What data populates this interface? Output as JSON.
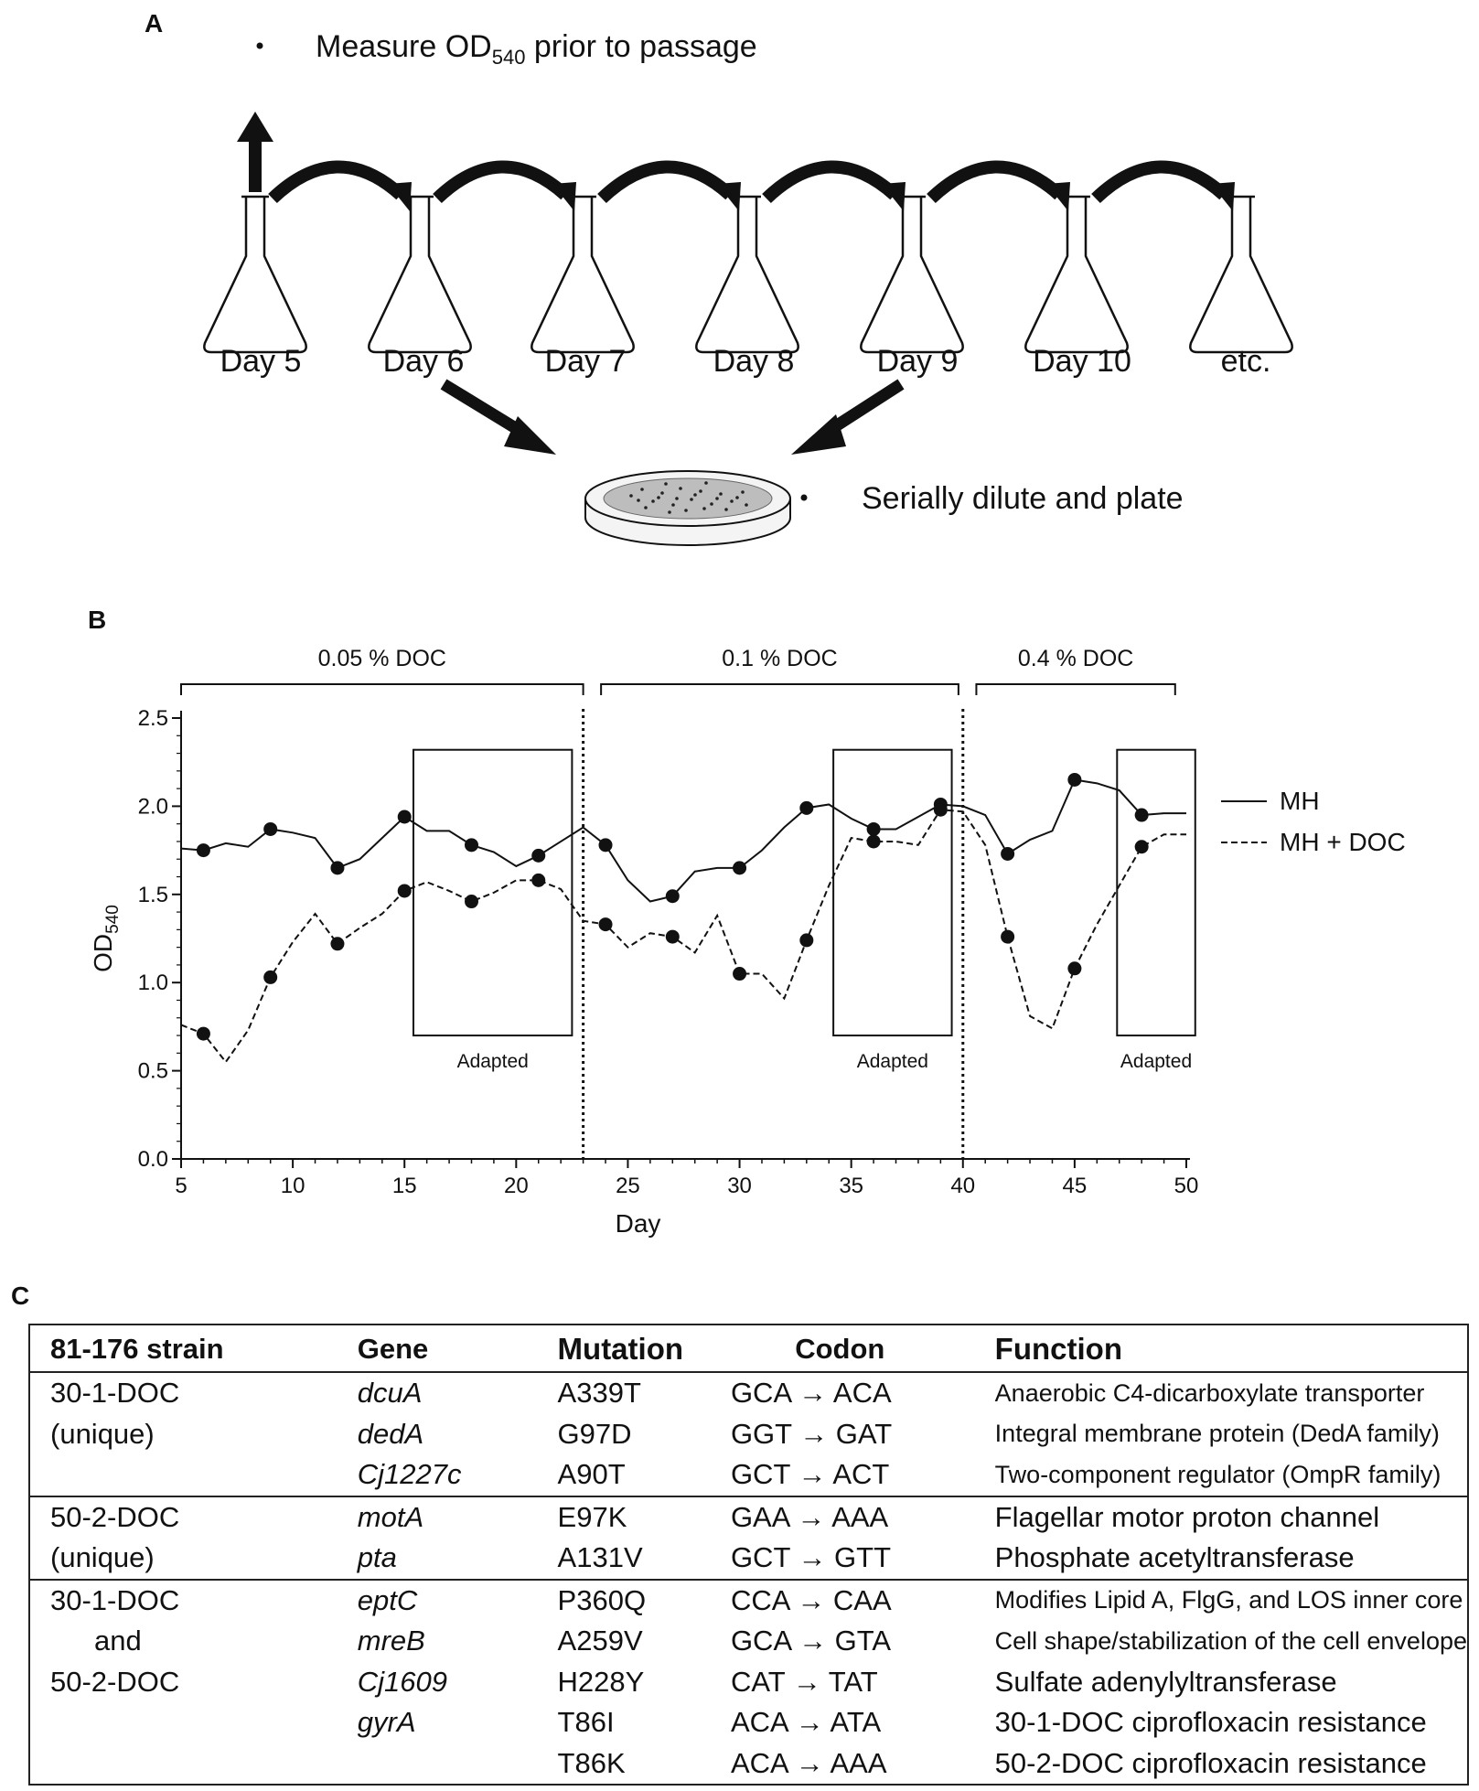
{
  "panel_a": {
    "letter": "A",
    "measure_prefix": "Measure OD",
    "measure_sub": "540",
    "measure_suffix": " prior to passage",
    "days": [
      "Day 5",
      "Day 6",
      "Day 7",
      "Day 8",
      "Day 9",
      "Day 10",
      "etc."
    ],
    "plate_label": "Serially dilute and plate"
  },
  "panel_b": {
    "letter": "B"
  },
  "chart_data": {
    "type": "line",
    "xlabel": "Day",
    "ylabel": "OD",
    "ylabel_sub": "540",
    "xlim": [
      5,
      50
    ],
    "ylim": [
      0.0,
      2.5
    ],
    "xticks": [
      5,
      10,
      15,
      20,
      25,
      30,
      35,
      40,
      45,
      50
    ],
    "yticks": [
      "0.0",
      "0.5",
      "1.0",
      "1.5",
      "2.0",
      "2.5"
    ],
    "phases": [
      {
        "label": "0.05 % DOC",
        "x_start": 5,
        "x_end": 23
      },
      {
        "label": "0.1 % DOC",
        "x_start": 23.8,
        "x_end": 39.8
      },
      {
        "label": "0.4 % DOC",
        "x_start": 40.6,
        "x_end": 49.5
      }
    ],
    "vlines": [
      23,
      40
    ],
    "adapted_label": "Adapted",
    "adapted_regions": [
      {
        "x_start": 15.4,
        "x_end": 22.5,
        "y_bottom": 0.7,
        "y_top": 2.32
      },
      {
        "x_start": 34.2,
        "x_end": 39.5,
        "y_bottom": 0.7,
        "y_top": 2.32
      },
      {
        "x_start": 46.9,
        "x_end": 50.4,
        "y_bottom": 0.7,
        "y_top": 2.32
      }
    ],
    "legend_position": "right",
    "series": [
      {
        "name": "MH",
        "style": "solid",
        "x": [
          5,
          6,
          7,
          8,
          9,
          10,
          11,
          12,
          13,
          14,
          15,
          16,
          17,
          18,
          19,
          20,
          21,
          22,
          23,
          24,
          25,
          26,
          27,
          28,
          29,
          30,
          31,
          32,
          33,
          34,
          35,
          36,
          37,
          38,
          39,
          40,
          41,
          42,
          43,
          44,
          45,
          46,
          47,
          48,
          49,
          50
        ],
        "y": [
          1.76,
          1.75,
          1.79,
          1.77,
          1.87,
          1.85,
          1.82,
          1.65,
          1.7,
          1.82,
          1.94,
          1.86,
          1.86,
          1.78,
          1.74,
          1.66,
          1.72,
          1.8,
          1.88,
          1.78,
          1.58,
          1.46,
          1.49,
          1.63,
          1.65,
          1.65,
          1.75,
          1.88,
          1.99,
          2.01,
          1.93,
          1.87,
          1.87,
          1.94,
          2.01,
          2.0,
          1.95,
          1.73,
          1.81,
          1.86,
          2.15,
          2.13,
          2.09,
          1.95,
          1.96,
          1.96
        ],
        "markers_x": [
          6,
          9,
          12,
          15,
          18,
          21,
          24,
          27,
          30,
          33,
          36,
          39,
          42,
          45,
          48
        ]
      },
      {
        "name": "MH + DOC",
        "style": "dashed",
        "x": [
          5,
          6,
          7,
          8,
          9,
          10,
          11,
          12,
          13,
          14,
          15,
          16,
          17,
          18,
          19,
          20,
          21,
          22,
          23,
          24,
          25,
          26,
          27,
          28,
          29,
          30,
          31,
          32,
          33,
          34,
          35,
          36,
          37,
          38,
          39,
          40,
          41,
          42,
          43,
          44,
          45,
          46,
          47,
          48,
          49,
          50
        ],
        "y": [
          0.76,
          0.71,
          0.55,
          0.73,
          1.03,
          1.23,
          1.39,
          1.22,
          1.31,
          1.39,
          1.52,
          1.57,
          1.52,
          1.46,
          1.51,
          1.58,
          1.58,
          1.53,
          1.35,
          1.33,
          1.2,
          1.28,
          1.26,
          1.17,
          1.38,
          1.05,
          1.05,
          0.91,
          1.24,
          1.55,
          1.82,
          1.8,
          1.8,
          1.78,
          1.98,
          1.97,
          1.78,
          1.26,
          0.81,
          0.74,
          1.08,
          1.33,
          1.55,
          1.77,
          1.84,
          1.84
        ],
        "markers_x": [
          6,
          9,
          12,
          15,
          18,
          21,
          24,
          27,
          30,
          33,
          36,
          39,
          42,
          45,
          48
        ]
      }
    ]
  },
  "panel_c": {
    "letter": "C",
    "headers": [
      "81-176 strain",
      "Gene",
      "Mutation",
      "Codon",
      "Function"
    ],
    "rows": [
      {
        "strain": "30-1-DOC",
        "gene": "dcuA",
        "mutation": "A339T",
        "codon": "GCA → ACA",
        "function": "Anaerobic C4-dicarboxylate transporter"
      },
      {
        "strain": "(unique)",
        "gene": "dedA",
        "mutation": "G97D",
        "codon": "GGT → GAT",
        "function": "Integral membrane protein (DedA family)"
      },
      {
        "strain": "",
        "gene": "Cj1227c",
        "mutation": "A90T",
        "codon": "GCT → ACT",
        "function": "Two-component regulator (OmpR family)"
      },
      {
        "strain": "50-2-DOC",
        "gene": "motA",
        "mutation": "E97K",
        "codon": "GAA → AAA",
        "function": "Flagellar motor proton channel"
      },
      {
        "strain": "(unique)",
        "gene": "pta",
        "mutation": "A131V",
        "codon": "GCT → GTT",
        "function": "Phosphate acetyltransferase"
      },
      {
        "strain": "30-1-DOC",
        "gene": "eptC",
        "mutation": "P360Q",
        "codon": "CCA → CAA",
        "function": "Modifies Lipid A, FlgG, and LOS inner core"
      },
      {
        "strain": "and",
        "gene": "mreB",
        "mutation": "A259V",
        "codon": "GCA → GTA",
        "function": "Cell shape/stabilization of the cell envelope"
      },
      {
        "strain": "50-2-DOC",
        "gene": "Cj1609",
        "mutation": "H228Y",
        "codon": "CAT → TAT",
        "function": "Sulfate adenylyltransferase"
      },
      {
        "strain": "",
        "gene": "gyrA",
        "mutation": "T86I",
        "codon": "ACA → ATA",
        "function": "30-1-DOC ciprofloxacin resistance"
      },
      {
        "strain": "",
        "gene": "",
        "mutation": "T86K",
        "codon": "ACA → AAA",
        "function": "50-2-DOC ciprofloxacin resistance"
      }
    ]
  }
}
